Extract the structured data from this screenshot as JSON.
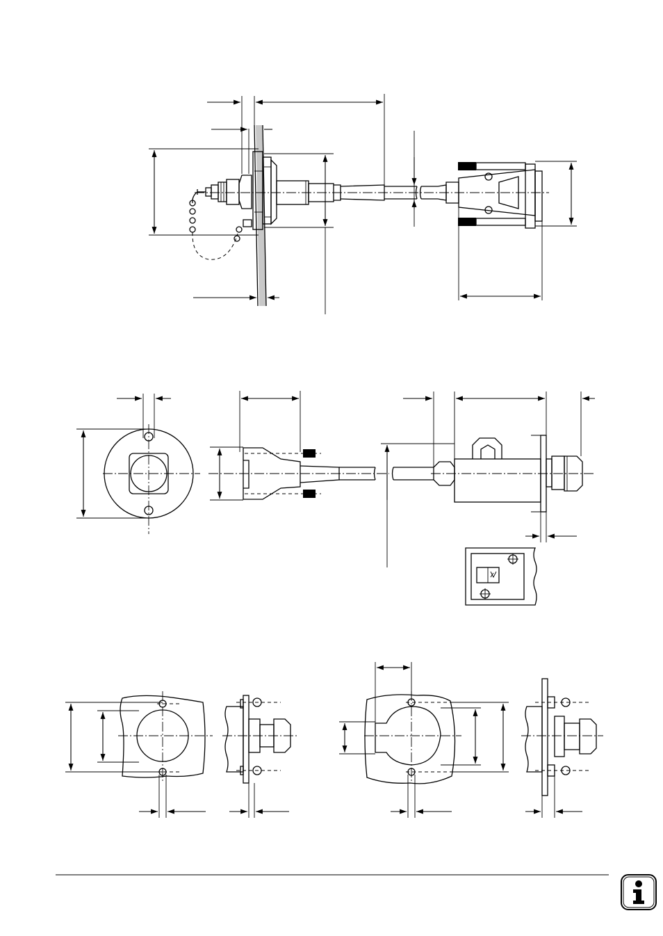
{
  "page": {
    "info_icon": "info-icon",
    "footer_rule": true
  },
  "figures": [
    {
      "name": "panel-mount-connector-with-cable-and-dsub"
    },
    {
      "name": "flange-socket-front-and-side-views"
    },
    {
      "name": "mounting-cutout-variants"
    }
  ]
}
